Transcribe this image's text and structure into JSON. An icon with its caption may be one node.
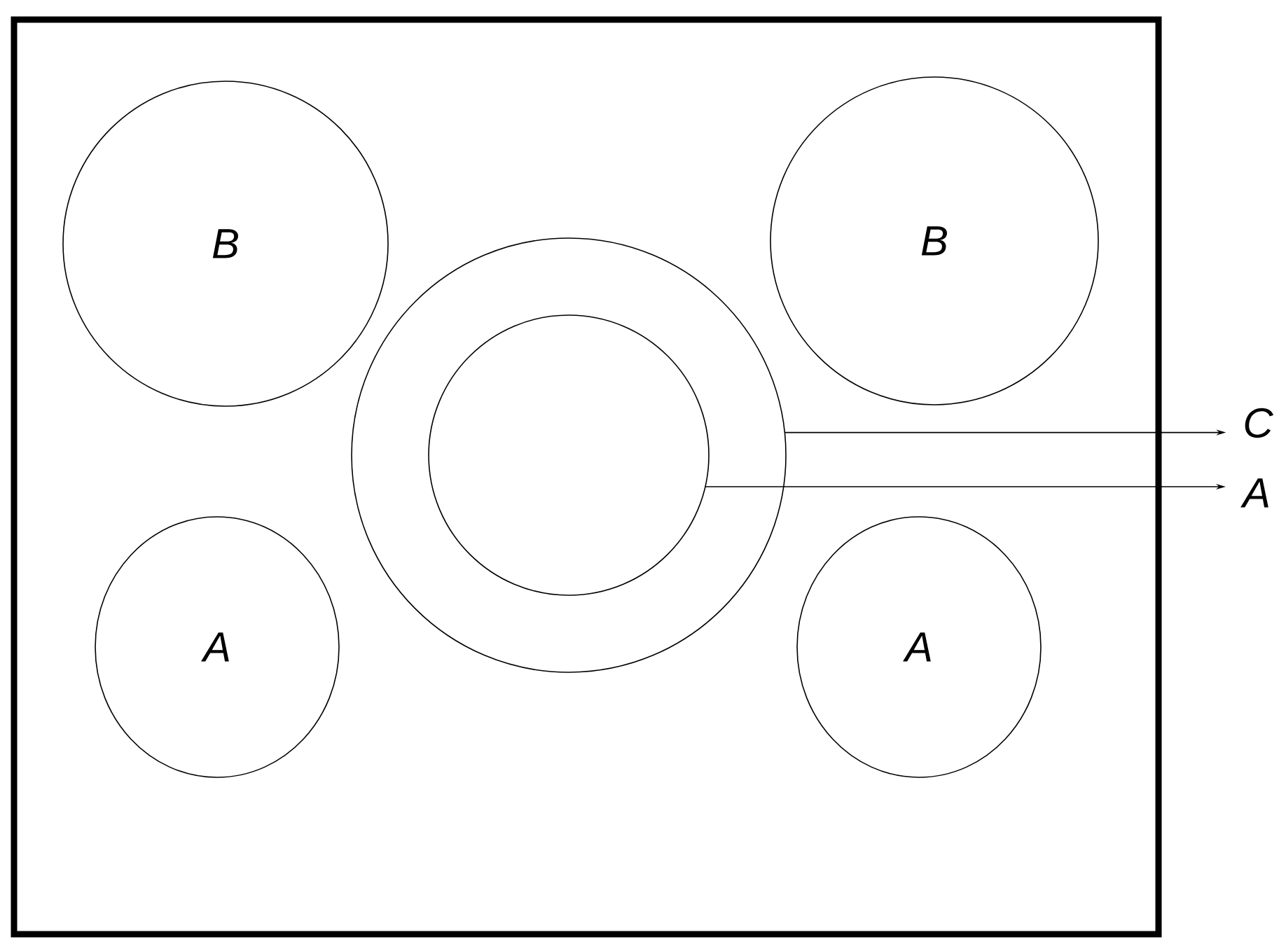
{
  "diagram": {
    "nodes": [
      {
        "text": [],
        "shape": "box"
      },
      {
        "text": [
          "B"
        ],
        "in": 0
      },
      {
        "text": [
          "B"
        ],
        "in": 0
      },
      {
        "text": [],
        "shape": "circle",
        "in": 0
      },
      {
        "text": [],
        "shape": "circle",
        "in": 3
      },
      {
        "text": [
          "C"
        ]
      },
      {
        "text": [
          "A"
        ],
        "in": 0
      },
      {
        "text": [
          "A"
        ],
        "in": 0
      },
      {
        "text": [
          "A"
        ]
      }
    ],
    "edges": [
      {
        "from": 3,
        "to": 5,
        "arrow": "to"
      },
      {
        "from": 4,
        "to": 8,
        "arrow": "to"
      }
    ]
  }
}
